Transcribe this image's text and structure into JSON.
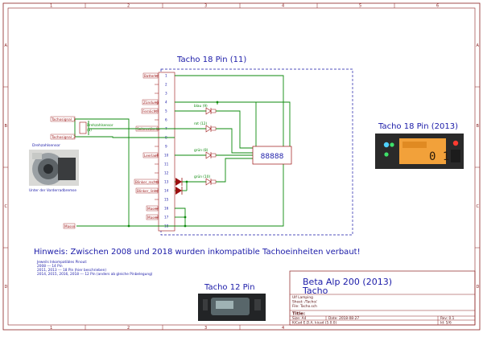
{
  "colors": {
    "frame": "#8a2020",
    "wire": "#0c8a0c",
    "blue_text": "#1a1aa8",
    "component": "#9a1010",
    "dash_box": "#1a1aa8"
  },
  "frame": {
    "top_numbers": [
      "1",
      "2",
      "3",
      "4",
      "5",
      "6"
    ],
    "side_letters": [
      "A",
      "B",
      "C",
      "D"
    ]
  },
  "tacho18": {
    "title": "Tacho 18 Pin (11)",
    "pin_numbers": [
      "1",
      "2",
      "3",
      "4",
      "5",
      "6",
      "7",
      "8",
      "9",
      "10",
      "11",
      "12",
      "13",
      "14",
      "15",
      "16",
      "17",
      "18"
    ],
    "labels": {
      "batterie": "Batterie",
      "zuendung": "Zündung",
      "fernlicht": "Fernlicht",
      "seitenstaender": "Seitenständer",
      "leerlauf": "Leerlauf",
      "blinker_rechts": "Blinker_rechts",
      "blinker_links": "Blinker_links",
      "masse1": "Masse",
      "masse2": "Masse",
      "masse3": "Masse"
    },
    "display": "88888",
    "leds": {
      "blau": "blau (9)",
      "rot": "rot (12)",
      "gruen1": "grün (8)",
      "gruen2": "grün (10)"
    }
  },
  "left": {
    "tachosignal1": "Tachosignal_1",
    "tachosignal2": "Tachosignal_2",
    "sensor_label": "Drehzahlsensor",
    "sensor_ref": "(S)",
    "masse": "Masse",
    "photo_caption_top": "Drehzahlsensor",
    "photo_caption_bottom": "Unter der Vorderradbremse"
  },
  "right_photo": {
    "title": "Tacho 18 Pin (2013)",
    "lcd_text": "0 1"
  },
  "notes": {
    "hinweis": "Hinweis: Zwischen 2008 und 2018 wurden inkompatible Tachoeinheiten verbaut!",
    "lines": [
      "Jeweils Inkompatibles Pinout:",
      "2008 --- 14 Pin",
      "2011, 2013 --- 18 Pin (hier beschrieben)",
      "2014, 2015, 2016, 2018 --- 12 Pin (anders ab gleiche Pinbelegung)"
    ]
  },
  "bottom_photo": {
    "title": "Tacho 12 Pin"
  },
  "title_block": {
    "main_title": "Beta Alp 200 (2013)",
    "sub_title": "Tacho",
    "company": "Ulf Lamping",
    "sheet": "Sheet: /Tacho/",
    "file": "File: Tacho.sch",
    "title_label": "Title:",
    "size": "Size: A4",
    "date": "Date: 2018-08-27",
    "rev": "Rev: 0.1",
    "kicad": "KiCad E.D.A.  kicad (5.0.0)",
    "id": "Id: 5/6"
  }
}
